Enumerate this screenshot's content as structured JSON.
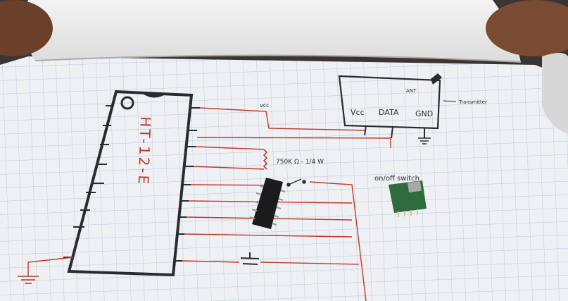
{
  "photo": {
    "subject": "hand-drawn circuit on grid paper",
    "colors": {
      "paper": "#eef0f3",
      "grid": "#b9c6d8",
      "ink": "#2a2b30",
      "red_ink": "#c0392b",
      "skin": "#6b3f2a",
      "module_green": "#2e6b3e"
    }
  },
  "chip": {
    "label": "HT-12-E"
  },
  "transmitter": {
    "pins": [
      "Vcc",
      "DATA",
      "GND"
    ],
    "ant_label": "ANT",
    "side_label": "Transmitter"
  },
  "labels": {
    "vcc": "vcc",
    "resistor": "750K Ω - 1/4 W",
    "switch": "on/off switch"
  }
}
